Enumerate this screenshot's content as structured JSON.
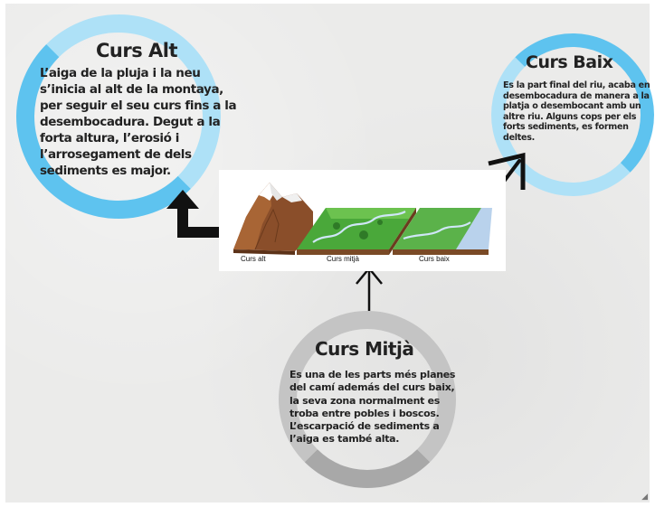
{
  "sections": {
    "alt": {
      "title": "Curs Alt",
      "text": "L’aiga de la pluja i la neu s’inicia al alt de la montaya, per seguir el seu curs fins a la desembocadura. Degut a la forta altura, l’erosió i l’arrosegament de dels sediments es major."
    },
    "baix": {
      "title": "Curs Baix",
      "text": "Es la part final del riu, acaba en desembocadura de manera a la platja o desembocant amb un altre riu. Alguns cops per els forts sediments, es formen deltes."
    },
    "mitja": {
      "title": "Curs Mitjà",
      "text": "Es una de les parts més planes del camí además del curs baix, la seva zona normalment es troba entre pobles i boscos. L’escarpació de sediments a l’aiga es també alta."
    }
  },
  "image": {
    "labels": [
      "Curs alt",
      "Curs mitjà",
      "Curs baix"
    ]
  },
  "colors": {
    "ring_light_blue": "#aee1f7",
    "ring_blue": "#5ec3ef",
    "ring_gray": "#c4c4c4",
    "background": "#ebebea",
    "arrow": "#111111"
  },
  "icons": {
    "resize_grip": "◢"
  }
}
